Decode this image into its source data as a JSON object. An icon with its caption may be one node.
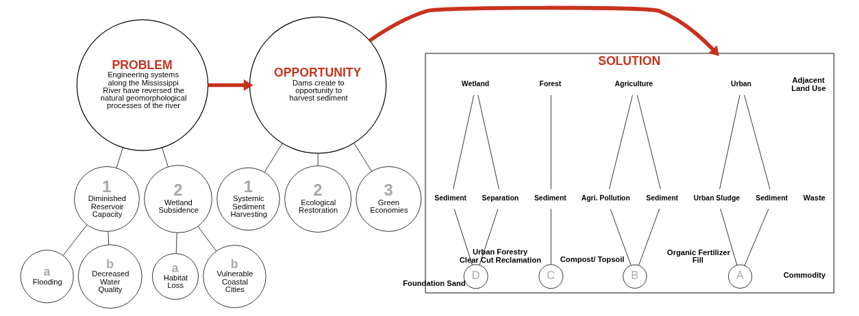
{
  "diagram": {
    "nodes": [
      {
        "text": [
          "PROBLEM",
          "Engineering systems along the Mississippi River have reversed the natural geomorphological processes of the river"
        ]
      },
      {
        "text": [
          "1",
          "Diminished Reservoir Capacity"
        ]
      },
      {
        "text": [
          "2",
          "Wetland Subsidence"
        ]
      },
      {
        "text": [
          "a",
          "Flooding"
        ]
      },
      {
        "text": [
          "b",
          "Decreased Water Quality"
        ]
      },
      {
        "text": [
          "a",
          "Habitat Loss"
        ]
      },
      {
        "text": [
          "b",
          "Vulnerable Coastal Cities"
        ]
      },
      {
        "text": [
          "OPPORTUNITY",
          "Dams create to opportunity to harvest sediment"
        ]
      },
      {
        "text": [
          "1",
          "Systemic Sediment Harvesting"
        ]
      },
      {
        "text": [
          "2",
          "Ecological Restoration"
        ]
      },
      {
        "text": [
          "3",
          "Green Economies"
        ]
      },
      {
        "text": [
          "SOLUTION"
        ]
      },
      {
        "text": [
          "Urban"
        ],
        "in": 11
      },
      {
        "text": [
          "Urban Sludge"
        ],
        "in": 11
      },
      {
        "text": [
          "Sediment"
        ],
        "in": 11
      },
      {
        "text": [
          "A"
        ],
        "in": 11,
        "beside": [
          "Organic Fertilizer",
          "Fill"
        ]
      },
      {
        "text": [
          "Agriculture"
        ],
        "in": 11
      },
      {
        "text": [
          "Agri. Pollution"
        ],
        "in": 11
      },
      {
        "text": [
          "Sediment"
        ],
        "in": 11
      },
      {
        "text": [
          "B"
        ],
        "in": 11,
        "beside": [
          "Compost/ Topsoil"
        ]
      },
      {
        "text": [
          "Forest"
        ],
        "in": 11
      },
      {
        "text": [
          "Sediment"
        ],
        "in": 11
      },
      {
        "text": [
          "C"
        ],
        "in": 11,
        "beside": [
          "Urban Forestry",
          "Clear Cut Reclamation"
        ]
      },
      {
        "text": [
          "Wetland"
        ],
        "in": 11
      },
      {
        "text": [
          "Sediment"
        ],
        "in": 11
      },
      {
        "text": [
          "Separation"
        ],
        "in": 11
      },
      {
        "text": [
          "D"
        ],
        "in": 11,
        "beside": [
          "Foundation Sand"
        ]
      }
    ],
    "edges": [
      {
        "from": 0,
        "to": 1,
        "arrow": "none"
      },
      {
        "from": 0,
        "to": 2,
        "arrow": "none"
      },
      {
        "from": 1,
        "to": 3,
        "arrow": "none"
      },
      {
        "from": 1,
        "to": 4,
        "arrow": "none"
      },
      {
        "from": 2,
        "to": 5,
        "arrow": "none"
      },
      {
        "from": 2,
        "to": 6,
        "arrow": "none"
      },
      {
        "from": 0,
        "to": 7,
        "arrow": "to",
        "style": "thick",
        "color": "#c8321e"
      },
      {
        "from": 7,
        "to": 8,
        "arrow": "none"
      },
      {
        "from": 7,
        "to": 9,
        "arrow": "none"
      },
      {
        "from": 7,
        "to": 10,
        "arrow": "none"
      },
      {
        "from": 7,
        "to": 11,
        "arrow": "to",
        "style": "thick",
        "color": "#c8321e"
      },
      {
        "from": 12,
        "to": 13,
        "arrow": "none"
      },
      {
        "from": 12,
        "to": 14,
        "arrow": "none"
      },
      {
        "from": 13,
        "to": 15,
        "arrow": "none"
      },
      {
        "from": 14,
        "to": 15,
        "arrow": "none"
      },
      {
        "from": 16,
        "to": 17,
        "arrow": "none"
      },
      {
        "from": 16,
        "to": 18,
        "arrow": "none"
      },
      {
        "from": 17,
        "to": 19,
        "arrow": "none"
      },
      {
        "from": 18,
        "to": 19,
        "arrow": "none"
      },
      {
        "from": 20,
        "to": 21,
        "arrow": "none"
      },
      {
        "from": 21,
        "to": 22,
        "arrow": "none"
      },
      {
        "from": 23,
        "to": 24,
        "arrow": "none"
      },
      {
        "from": 23,
        "to": 25,
        "arrow": "none"
      },
      {
        "from": 24,
        "to": 26,
        "arrow": "none"
      },
      {
        "from": 25,
        "to": 26,
        "arrow": "none"
      }
    ],
    "labels": [
      "Adjacent Land Use",
      "Waste",
      "Commodity"
    ]
  }
}
